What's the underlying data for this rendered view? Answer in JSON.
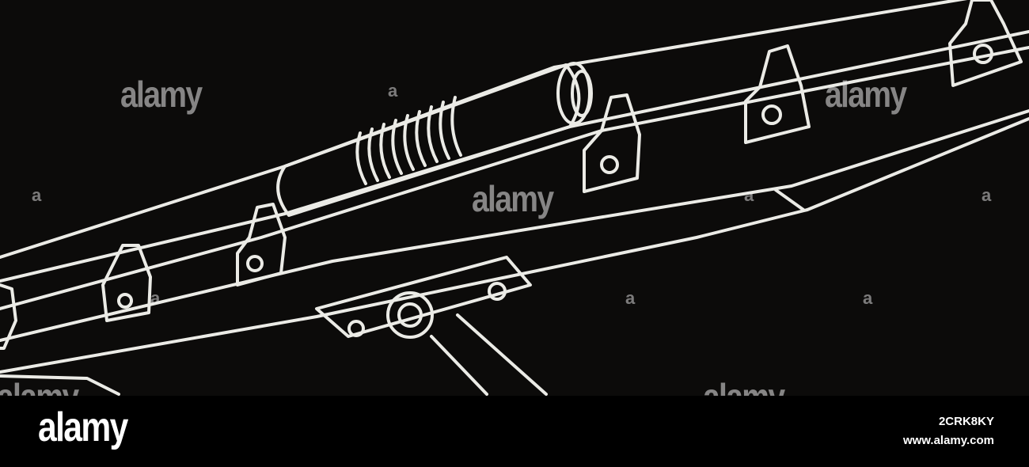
{
  "image": {
    "subject": "white line illustration of mechanical rod assembly on black background",
    "colors": {
      "background": "#0c0b0a",
      "lines": "#ebebe6",
      "footer": "#000000"
    }
  },
  "watermarks": {
    "brand": "alamy",
    "small_mark": "a"
  },
  "footer": {
    "logo": "alamy",
    "image_id": "2CRK8KY",
    "url": "www.alamy.com"
  }
}
